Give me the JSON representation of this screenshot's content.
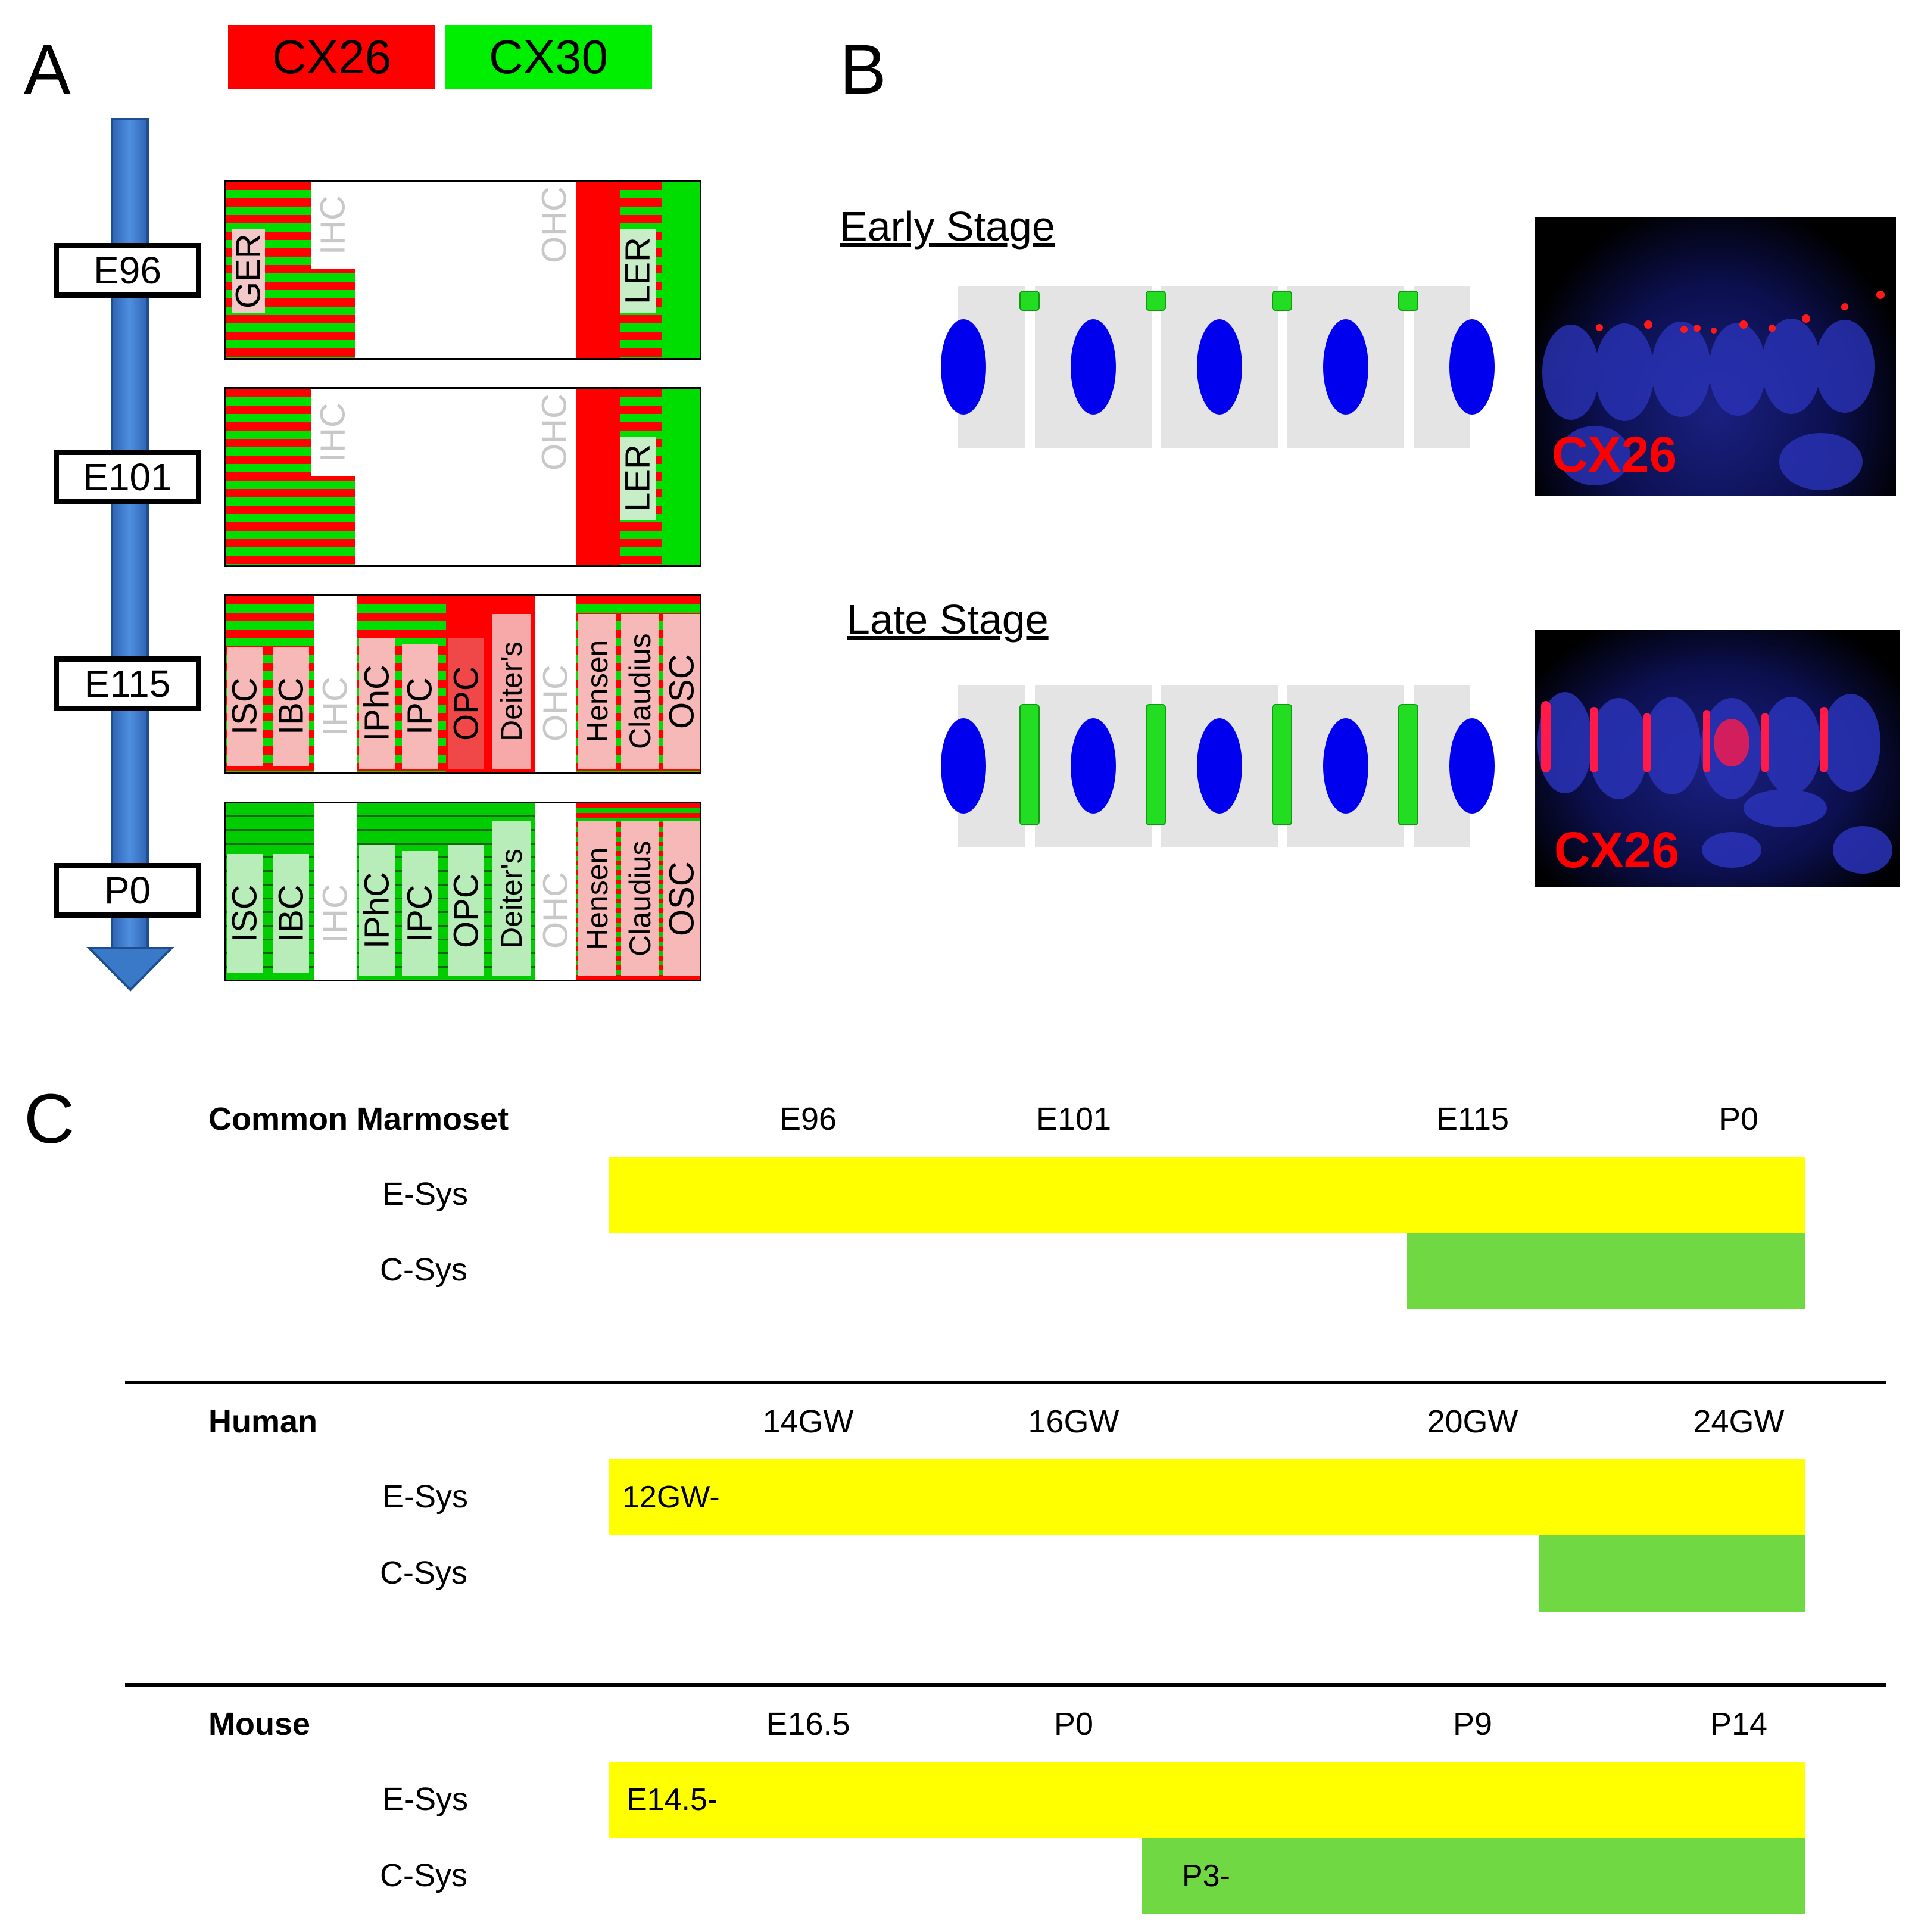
{
  "panel_a": {
    "letter": "A",
    "legend": {
      "cx26": "CX26",
      "cx30": "CX30",
      "cx26_color": "#ff0000",
      "cx30_color": "#00ee00"
    },
    "stages": [
      "E96",
      "E101",
      "E115",
      "P0"
    ],
    "row_e96": {
      "ger": "GER",
      "ihc": "IHC",
      "ohc": "OHC",
      "ler": "LER"
    },
    "row_e101": {
      "ihc": "IHC",
      "ohc": "OHC",
      "ler": "LER"
    },
    "row_e115": {
      "isc": "ISC",
      "ibc": "IBC",
      "ihc": "IHC",
      "iphc": "IPhC",
      "ipc": "IPC",
      "opc": "OPC",
      "deiters": "Deiter's",
      "ohc": "OHC",
      "hensen": "Hensen",
      "claudius": "Claudius",
      "osc": "OSC"
    },
    "row_p0": {
      "isc": "ISC",
      "ibc": "IBC",
      "ihc": "IHC",
      "iphc": "IPhC",
      "ipc": "IPC",
      "opc": "OPC",
      "deiters": "Deiter's",
      "ohc": "OHC",
      "hensen": "Hensen",
      "claudius": "Claudius",
      "osc": "OSC"
    }
  },
  "panel_b": {
    "letter": "B",
    "early_title": "Early Stage",
    "late_title": "Late Stage",
    "micro_label_early": "CX26",
    "micro_label_late": "CX26"
  },
  "panel_c": {
    "letter": "C",
    "row_labels": {
      "e_sys": "E-Sys",
      "c_sys": "C-Sys"
    },
    "marmoset": {
      "name": "Common Marmoset",
      "ticks": [
        "E96",
        "E101",
        "E115",
        "P0"
      ],
      "e_sys_text": "",
      "c_sys_text": ""
    },
    "human": {
      "name": "Human",
      "ticks": [
        "14GW",
        "16GW",
        "20GW",
        "24GW"
      ],
      "e_sys_text": "12GW-",
      "c_sys_text": ""
    },
    "mouse": {
      "name": "Mouse",
      "ticks": [
        "E16.5",
        "P0",
        "P9",
        "P14"
      ],
      "e_sys_text": "E14.5-",
      "c_sys_text": "P3-"
    }
  }
}
